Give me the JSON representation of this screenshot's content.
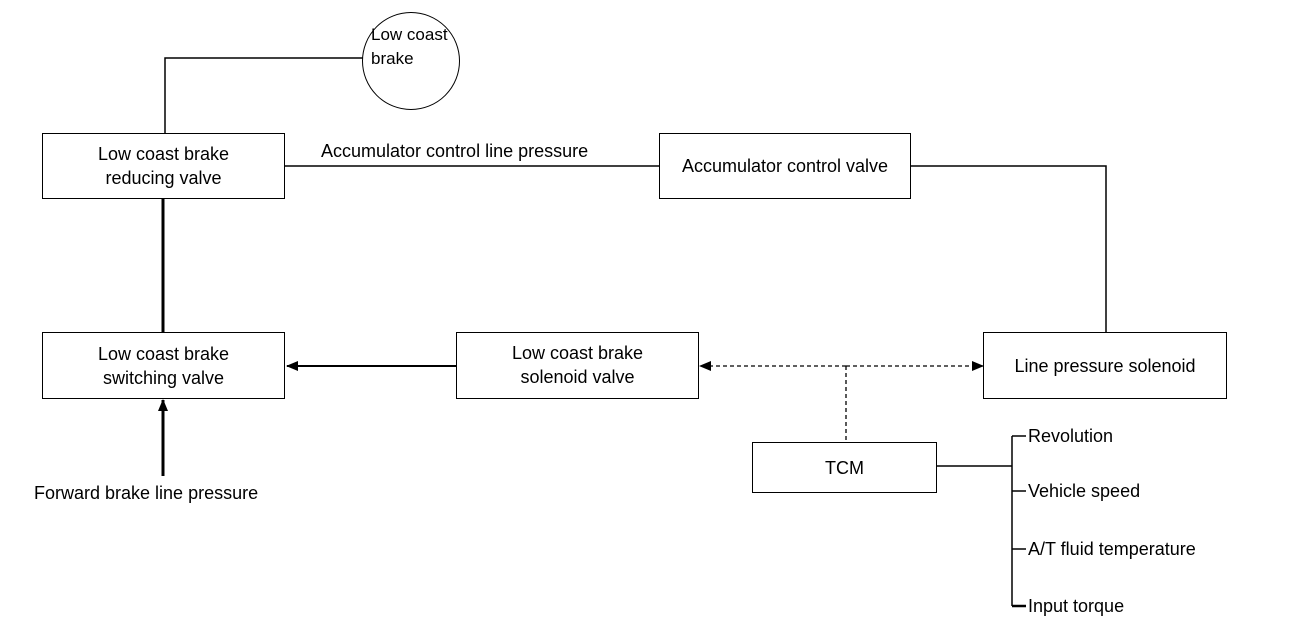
{
  "nodes": {
    "low_coast_brake": "Low coast\nbrake",
    "reducing_valve": "Low coast brake\nreducing valve",
    "accumulator_control_valve": "Accumulator control valve",
    "switching_valve": "Low coast brake\nswitching valve",
    "solenoid_valve": "Low coast brake\nsolenoid valve",
    "line_pressure_solenoid": "Line pressure solenoid",
    "tcm": "TCM"
  },
  "labels": {
    "accumulator_control_line_pressure": "Accumulator control line pressure",
    "forward_brake_line_pressure": "Forward brake line pressure"
  },
  "inputs": [
    "Revolution",
    "Vehicle speed",
    "A/T fluid temperature",
    "Input torque"
  ]
}
